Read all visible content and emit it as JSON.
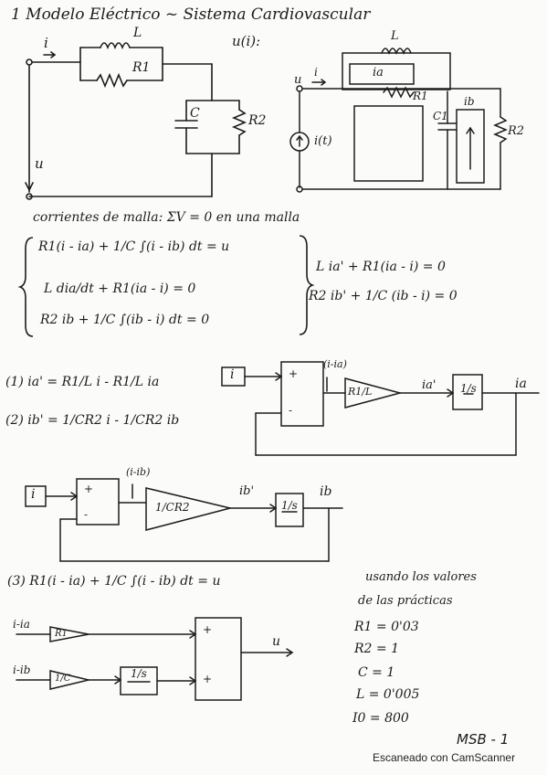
{
  "title": "1 Modelo Eléctrico ~ Sistema Cardiovascular",
  "circuit1": {
    "L": "L",
    "R1": "R1",
    "R2": "R2",
    "C": "C",
    "i": "i",
    "u": "u"
  },
  "u_label": "u(i):",
  "circuit2": {
    "L": "L",
    "ia": "ia",
    "R1": "R1",
    "C1": "C1",
    "ib": "ib",
    "R2": "R2",
    "u": "u",
    "i": "i",
    "source": "i(t)"
  },
  "corrientes": "corrientes de malla:   ΣV = 0   en una malla",
  "eq_left": [
    "R1(i - ia) + 1/C ∫(i - ib) dt = u",
    "L dia/dt + R1(ia - i) = 0",
    "R2 ib + 1/C ∫(ib - i) dt = 0"
  ],
  "eq_right": [
    "L ia' + R1(ia - i) = 0",
    "R2 ib' + 1/C (ib - i) = 0"
  ],
  "eq1": "(1) ia' = R1/L i - R1/L ia",
  "eq2": "(2) ib' = 1/CR2 i - 1/CR2 ib",
  "diag1": {
    "in": "i",
    "sum_plus": "+",
    "sum_minus": "-",
    "err": "(i-ia)",
    "gain": "R1/L",
    "mid": "ia'",
    "int": "1/s",
    "out": "ia"
  },
  "diag2": {
    "in": "i",
    "sum_plus": "+",
    "sum_minus": "-",
    "err": "(i-ib)",
    "gain": "1/CR2",
    "mid": "ib'",
    "int": "1/s",
    "out": "ib"
  },
  "eq3": "(3) R1(i - ia) + 1/C ∫(i - ib) dt = u",
  "diag3": {
    "in1": "i-ia",
    "in2": "i-ib",
    "g1": "R1",
    "g2": "1/C",
    "int": "1/s",
    "plus1": "+",
    "plus2": "+",
    "out": "u"
  },
  "values_head": [
    "usando los valores",
    "de las prácticas"
  ],
  "values": [
    "R1 = 0'03",
    "R2 = 1",
    "C = 1",
    "L = 0'005",
    "I0 = 800"
  ],
  "page_id": "MSB - 1",
  "footer": "Escaneado con CamScanner"
}
